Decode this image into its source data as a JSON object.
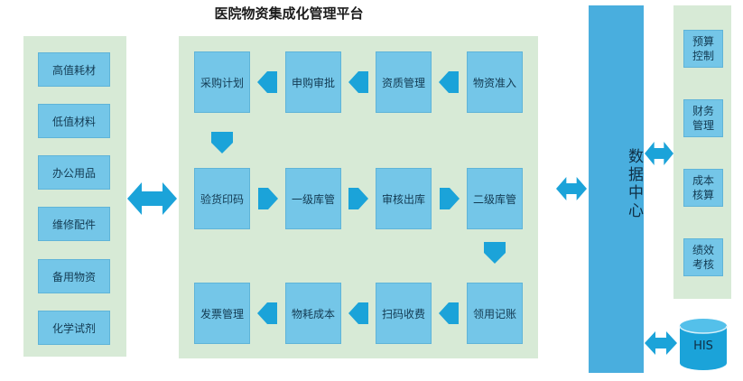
{
  "title": "医院物资集成化管理平台",
  "categories": [
    "高值耗材",
    "低值材料",
    "办公用品",
    "维修配件",
    "备用物资",
    "化学试剂"
  ],
  "flow": {
    "row1": [
      "采购计划",
      "申购审批",
      "资质管理",
      "物资准入"
    ],
    "row2": [
      "验货印码",
      "一级库管",
      "审核出库",
      "二级库管"
    ],
    "row3": [
      "发票管理",
      "物耗成本",
      "扫码收费",
      "领用记账"
    ]
  },
  "data_center": "数据中心",
  "right_modules": [
    "预算控制",
    "财务管理",
    "成本核算",
    "绩效考核"
  ],
  "his": "HIS",
  "colors": {
    "box": "#74c6e8",
    "arrow": "#1ba3d9",
    "panel": "#d7ead6",
    "data_center": "#49aede"
  }
}
